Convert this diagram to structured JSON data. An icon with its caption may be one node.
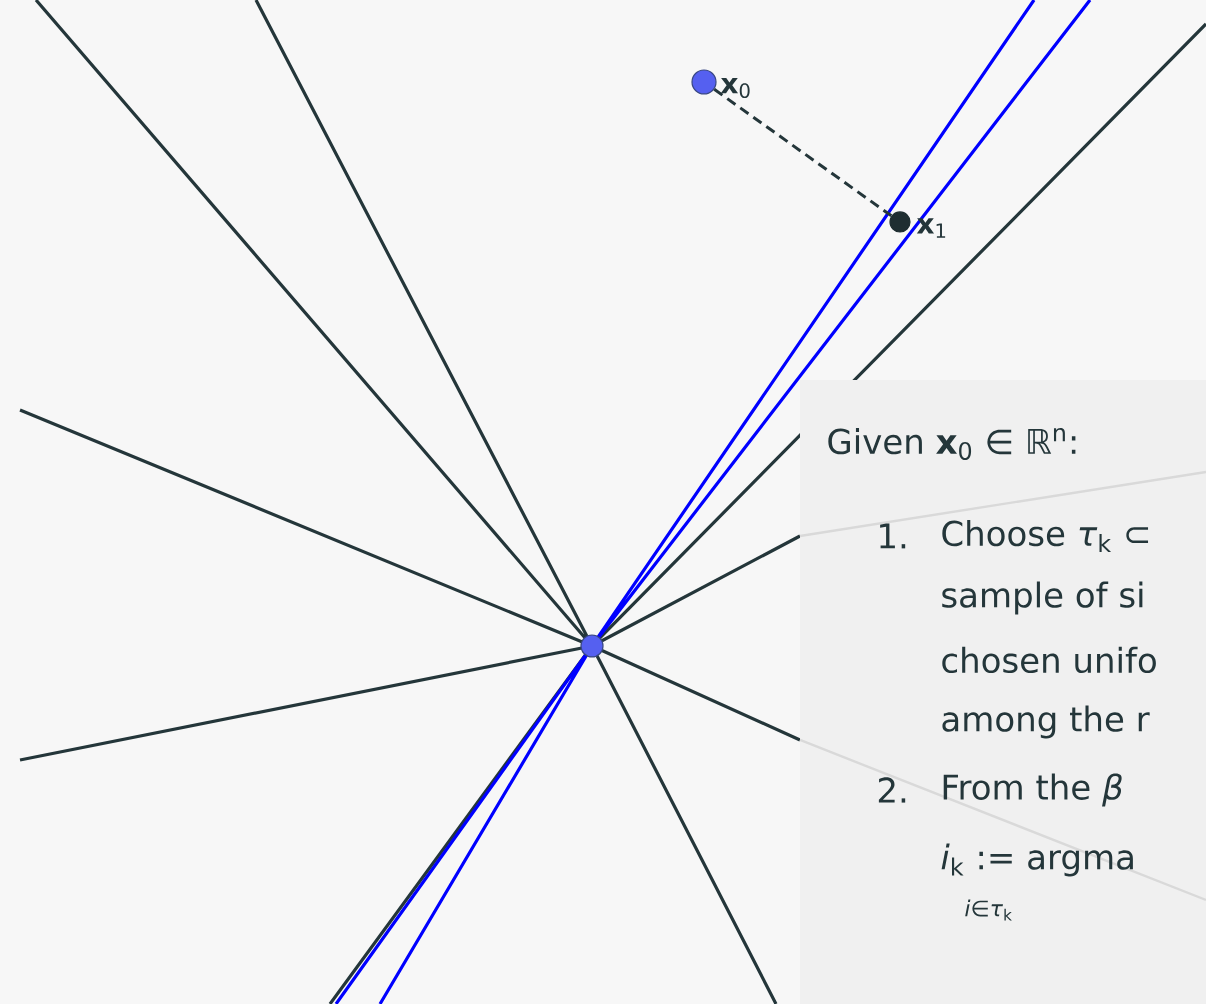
{
  "diagram": {
    "nodes": [
      {
        "text": [],
        "shape": "circle",
        "beside": [
          "**x**$_{0}$"
        ]
      },
      {
        "text": [],
        "shape": "circle",
        "beside": [
          "**x**$_{1}$"
        ]
      },
      {
        "text": [],
        "shape": "circle"
      }
    ],
    "edges": [
      {
        "from": 0,
        "to": 1,
        "arrow": "none",
        "style": "dashed"
      }
    ],
    "labels": [
      "Given **x**$_{0}$ ∈ ℝ$^{n}$:",
      "1.",
      "Choose *τ*$_{k}$ ⊂",
      "sample of si",
      "chosen unifo",
      "among the r",
      "2.",
      "From the *β*",
      "*i*$_{k}$ := argma",
      "*i*∈*τ*$_{k}$"
    ]
  }
}
